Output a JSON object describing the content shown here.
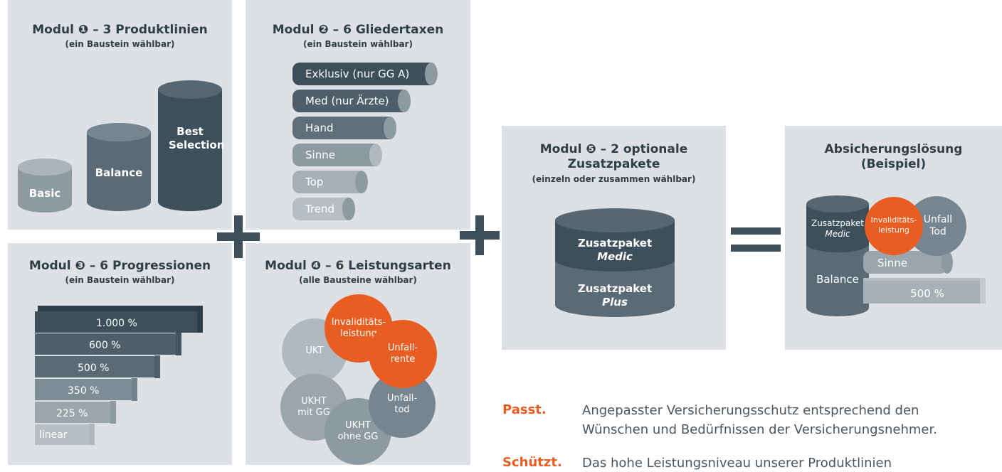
{
  "modul1": {
    "title": "Modul ❶ – 3 Produktlinien",
    "subtitle": "(ein Baustein wählbar)",
    "items": [
      "Basic",
      "Balance",
      "Best Selection"
    ]
  },
  "modul2": {
    "title": "Modul ❷ – 6 Gliedertaxen",
    "subtitle": "(ein Baustein wählbar)",
    "items": [
      "Exklusiv (nur GG A)",
      "Med (nur Ärzte)",
      "Hand",
      "Sinne",
      "Top",
      "Trend"
    ]
  },
  "modul3": {
    "title": "Modul ❸ – 6 Progressionen",
    "subtitle": "(ein Baustein wählbar)",
    "items": [
      "1.000 %",
      "600 %",
      "500 %",
      "350 %",
      "225 %",
      "linear"
    ]
  },
  "modul4": {
    "title": "Modul ❹ – 6 Leistungsarten",
    "subtitle": "(alle Bausteine wählbar)",
    "items": {
      "ukt": "UKT",
      "ukht_gg_line1": "UKHT",
      "ukht_gg_line2": "mit GG",
      "ukht_ohne_line1": "UKHT",
      "ukht_ohne_line2": "ohne GG",
      "unfalltod_line1": "Unfall-",
      "unfalltod_line2": "tod",
      "invaliditaet_line1": "Invaliditäts-",
      "invaliditaet_line2": "leistung",
      "unfallrente_line1": "Unfall-",
      "unfallrente_line2": "rente"
    }
  },
  "modul5": {
    "title_line1": "Modul ❺ – 2 optionale",
    "title_line2": "Zusatzpakete",
    "subtitle": "(einzeln oder zusammen wählbar)",
    "top_line1": "Zusatzpaket",
    "top_line2": "Medic",
    "bottom_line1": "Zusatzpaket",
    "bottom_line2": "Plus"
  },
  "loesung": {
    "title_line1": "Absicherungslösung",
    "title_line2": "(Beispiel)",
    "zusatz_line1": "Zusatzpaket",
    "zusatz_line2": "Medic",
    "inv_line1": "Invaliditäts-",
    "inv_line2": "leistung",
    "unfall_line1": "Unfall",
    "unfall_line2": "Tod",
    "balance": "Balance",
    "sinne": "Sinne",
    "progression": "500 %"
  },
  "operators": {
    "plus": "+",
    "equals": "="
  },
  "benefits": [
    {
      "key": "Passt.",
      "line1": "Angepasster Versicherungsschutz entsprechend den",
      "line2": "Wünschen und Bedürfnissen der Versicherungsnehmer."
    },
    {
      "key": "Schützt.",
      "line1": "Das hohe Leistungsniveau unserer Produktlinien",
      "line2": ""
    }
  ],
  "colors": {
    "panel": "#dde1e5",
    "dark": "#3d4f5a",
    "mid": "#5b6b76",
    "light": "#8e9aa2",
    "accent": "#e85d22"
  }
}
